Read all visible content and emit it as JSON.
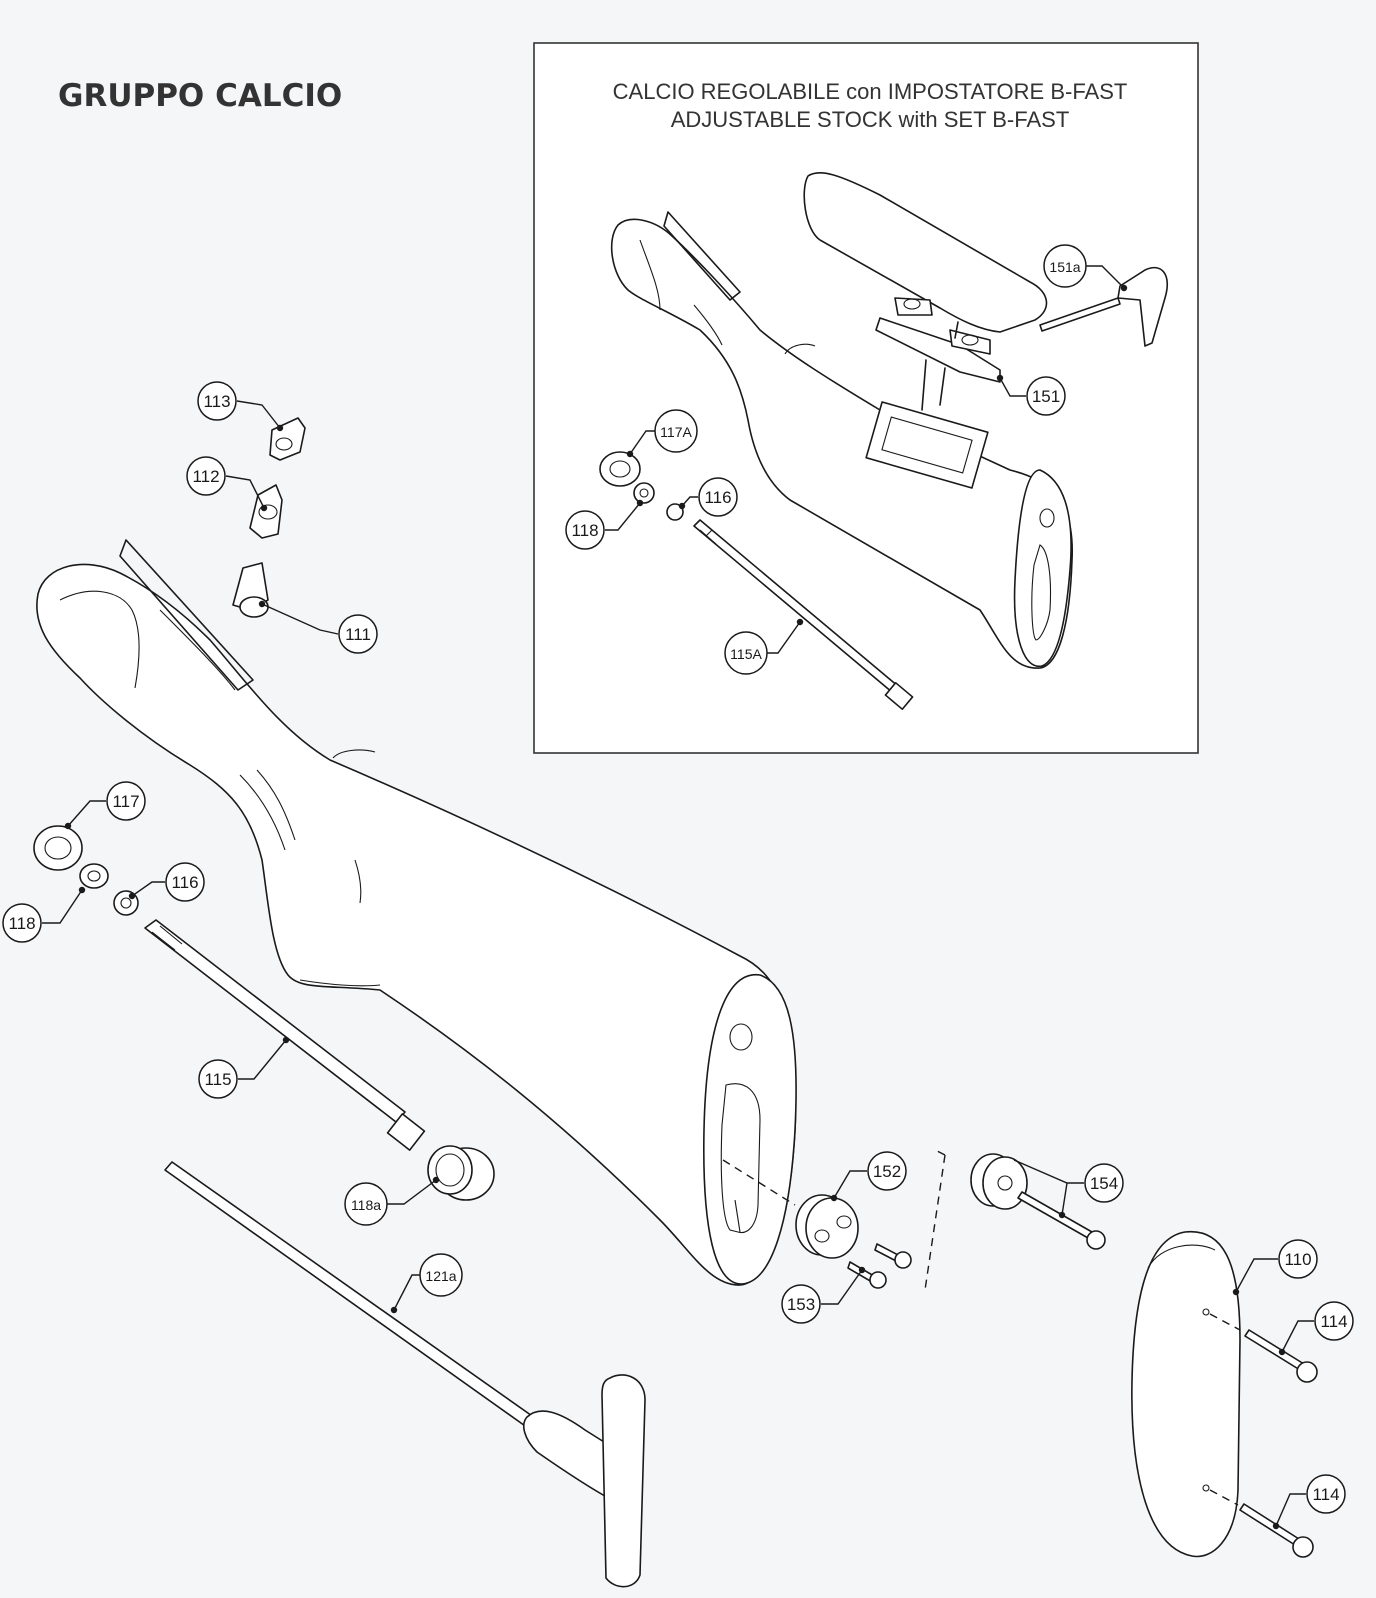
{
  "title": "GRUPPO CALCIO",
  "inset": {
    "title_it": "CALCIO REGOLABILE con IMPOSTATORE B-FAST",
    "title_en": "ADJUSTABLE STOCK with SET B-FAST"
  },
  "callouts": [
    {
      "id": "113",
      "label": "113"
    },
    {
      "id": "112",
      "label": "112"
    },
    {
      "id": "111",
      "label": "111"
    },
    {
      "id": "117",
      "label": "117"
    },
    {
      "id": "118",
      "label": "118"
    },
    {
      "id": "116",
      "label": "116"
    },
    {
      "id": "115",
      "label": "115"
    },
    {
      "id": "118a",
      "label": "118a"
    },
    {
      "id": "121a",
      "label": "121a"
    },
    {
      "id": "152",
      "label": "152"
    },
    {
      "id": "153",
      "label": "153"
    },
    {
      "id": "154",
      "label": "154"
    },
    {
      "id": "110",
      "label": "110"
    },
    {
      "id": "114-top",
      "label": "114"
    },
    {
      "id": "114-bottom",
      "label": "114"
    },
    {
      "id": "151a",
      "label": "151a"
    },
    {
      "id": "151",
      "label": "151"
    },
    {
      "id": "117A",
      "label": "117A"
    },
    {
      "id": "116-inset",
      "label": "116"
    },
    {
      "id": "118-inset",
      "label": "118"
    },
    {
      "id": "115A",
      "label": "115A"
    }
  ]
}
